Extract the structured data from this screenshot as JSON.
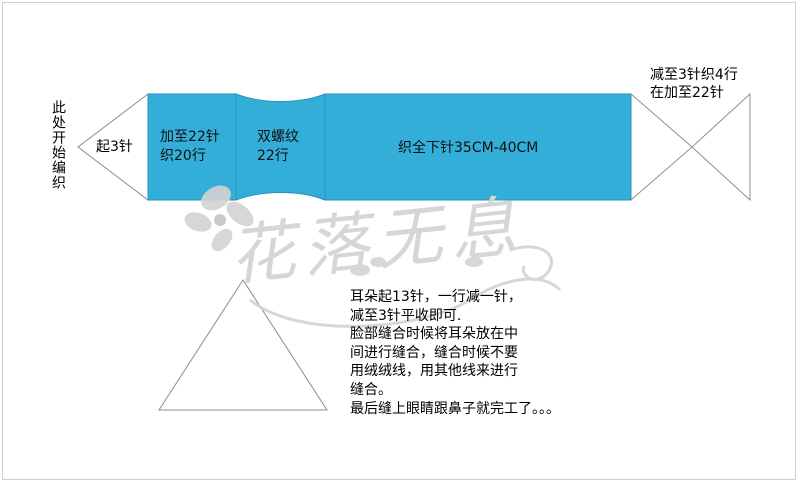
{
  "colors": {
    "band": "#33aed9",
    "band_border": "#2a93bb",
    "outline": "#8c8c8c",
    "watermark": "#cfcfcf"
  },
  "labels": {
    "start_vertical": "此处开始编织",
    "cast_on": "起3针",
    "increase": [
      "加至22针",
      "织20行"
    ],
    "spiral": [
      "双螺纹",
      "22行"
    ],
    "plain": "织全下针35CM-40CM",
    "right_note": [
      "减至3针织4行",
      "在加至22针"
    ]
  },
  "ear_notes": [
    "耳朵起13针，一行减一针，",
    "减至3针平收即可.",
    "脸部缝合时候将耳朵放在中",
    "间进行缝合，缝合时候不要",
    "用绒绒线，用其他线来进行",
    "缝合。",
    "最后缝上眼睛跟鼻子就完工了。。。"
  ],
  "watermark": {
    "text": "花落无息",
    "icon": "flower-watermark-icon"
  }
}
